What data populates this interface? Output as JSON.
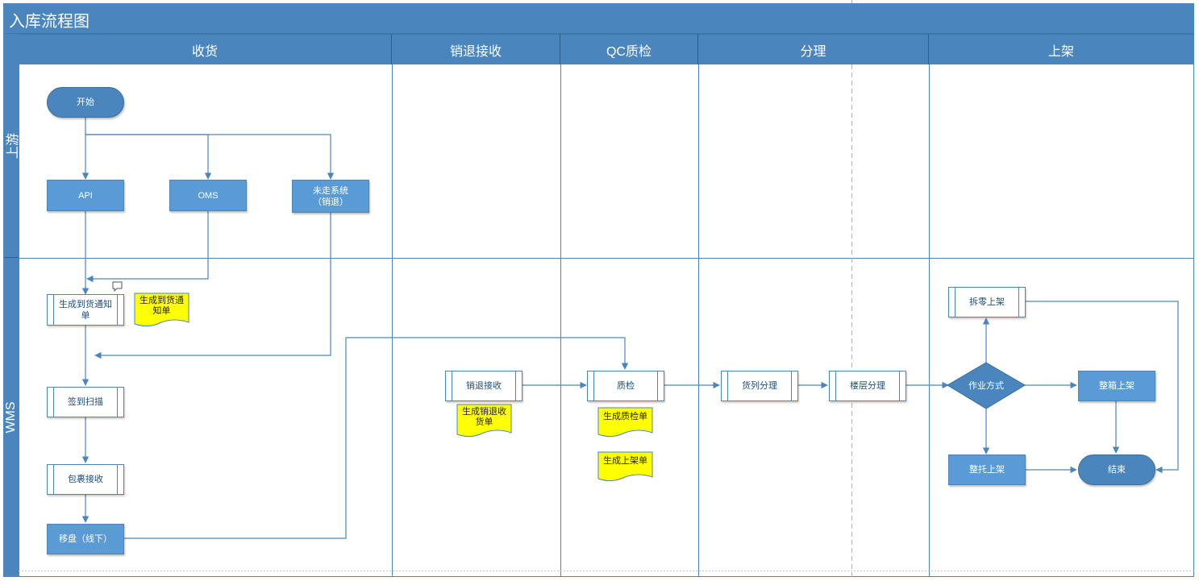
{
  "title": "入库流程图",
  "columns": [
    "收货",
    "销退接收",
    "QC质检",
    "分理",
    "上架"
  ],
  "lanes": [
    "上游",
    "WMS"
  ],
  "nodes": {
    "start": "开始",
    "api": "API",
    "oms": "OMS",
    "no_system": "未走系统\n（销退）",
    "gen_notice": "生成到货通知\n单",
    "sign_scan": "签到扫描",
    "parcel_receive": "包裹接收",
    "move": "移盘（线下）",
    "return_receive": "销退接收",
    "qc": "质检",
    "column_sort": "货列分理",
    "floor_sort": "楼层分理",
    "op_mode": "作业方式",
    "split_shelf": "拆零上架",
    "box_shelf": "整箱上架",
    "pallet_shelf": "整托上架",
    "end": "结束"
  },
  "docs": {
    "notice_doc": "生成到货通\n知单",
    "return_doc": "生成销退收\n货单",
    "qc_doc": "生成质检单",
    "shelf_doc": "生成上架单"
  },
  "colors": {
    "header": "#4a86bd",
    "process": "#5b9bd5",
    "document": "#ffff00",
    "line": "#4a86bd"
  },
  "icons": [
    "comment-icon"
  ]
}
